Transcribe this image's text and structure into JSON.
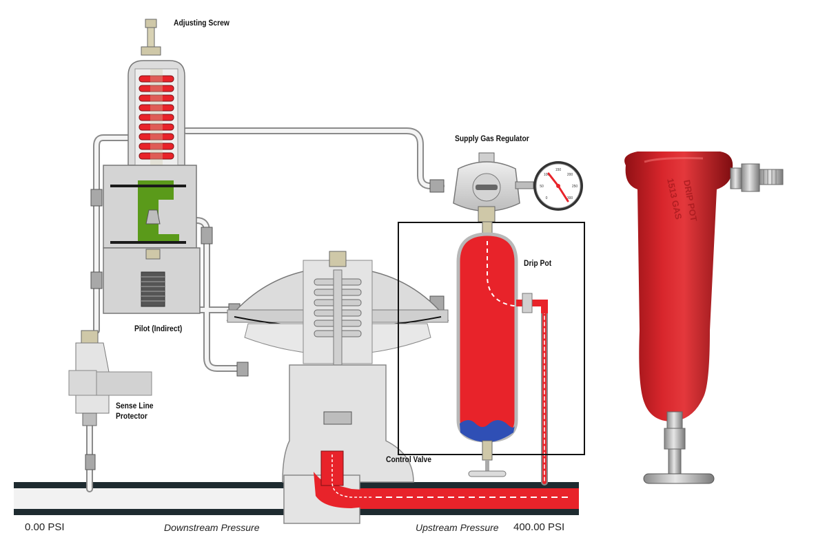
{
  "labels": {
    "adjusting_screw": "Adjusting Screw",
    "supply_gas_regulator": "Supply Gas Regulator",
    "drip_pot": "Drip Pot",
    "pilot": "Pilot (Indirect)",
    "sense_line_protector_1": "Sense Line",
    "sense_line_protector_2": "Protector",
    "control_valve": "Control Valve"
  },
  "pressure": {
    "downstream_value": "0.00 PSI",
    "downstream_label": "Downstream Pressure",
    "upstream_label": "Upstream Pressure",
    "upstream_value": "400.00 PSI"
  },
  "gauge_ticks": [
    "0",
    "50",
    "100",
    "150",
    "200",
    "250",
    "300"
  ],
  "colors": {
    "gas": "#e8232a",
    "liquid": "#2f4fb5",
    "pilot_green": "#5a9a1a",
    "pipe_dark": "#1e2b30",
    "body_gray": "#dcdcdc",
    "casting_red": "#c81e24"
  }
}
